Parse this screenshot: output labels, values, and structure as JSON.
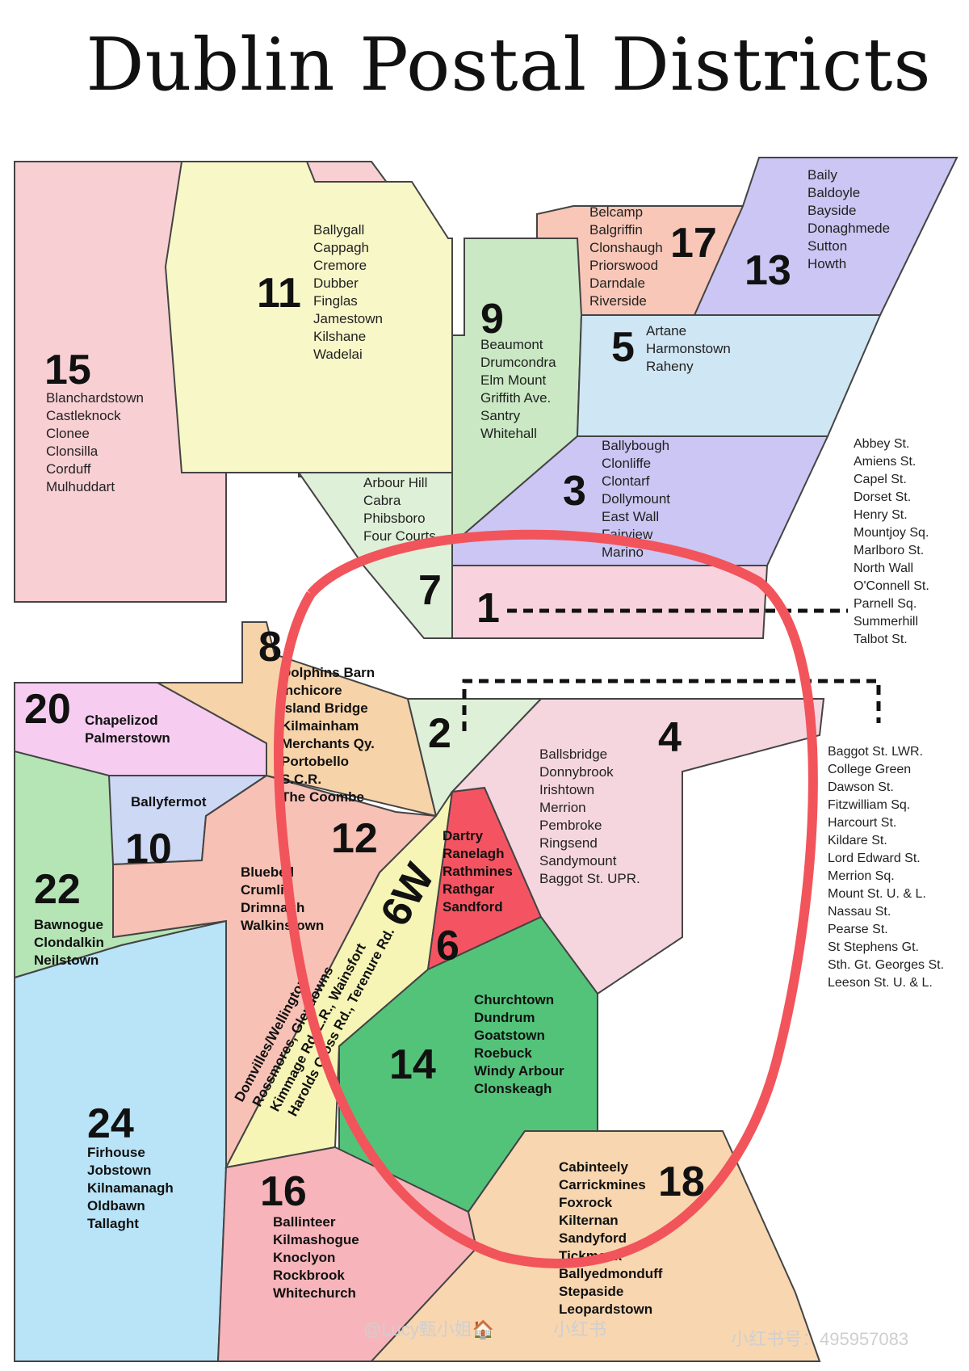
{
  "title": "Dublin Postal Districts",
  "colors": {
    "d15": "#f8cfd3",
    "d11": "#f8f7c8",
    "d9": "#c9e8c3",
    "d17": "#f8c7b7",
    "d13": "#cbc6f3",
    "d5": "#cfe6f4",
    "d3": "#cbc6f3",
    "d7": "#dff0d8",
    "d1": "#f8d3de",
    "d8": "#f7d3aa",
    "d20": "#f6ccf0",
    "d2": "#dff0d8",
    "d4": "#f5d6df",
    "d10": "#cdd8f4",
    "d22": "#b5e5b5",
    "d12": "#f8c1b5",
    "d6w": "#f7f5b5",
    "d6": "#f45462",
    "d14": "#54c37a",
    "d24": "#b9e3f7",
    "d16": "#f7b5bb",
    "d18": "#f8d6b0",
    "annotation_circle": "#f2545b"
  },
  "districts": {
    "d15": {
      "number": "15",
      "areas": [
        "Blanchardstown",
        "Castleknock",
        "Clonee",
        "Clonsilla",
        "Corduff",
        "Mulhuddart"
      ]
    },
    "d11": {
      "number": "11",
      "areas": [
        "Ballygall",
        "Cappagh",
        "Cremore",
        "Dubber",
        "Finglas",
        "Jamestown",
        "Kilshane",
        "Wadelai"
      ]
    },
    "d9": {
      "number": "9",
      "areas": [
        "Beaumont",
        "Drumcondra",
        "Elm Mount",
        "Griffith Ave.",
        "Santry",
        "Whitehall"
      ]
    },
    "d17": {
      "number": "17",
      "areas": [
        "Belcamp",
        "Balgriffin",
        "Clonshaugh",
        "Priorswood",
        "Darndale",
        "Riverside"
      ]
    },
    "d13": {
      "number": "13",
      "areas": [
        "Baily",
        "Baldoyle",
        "Bayside",
        "Donaghmede",
        "Sutton",
        "Howth"
      ]
    },
    "d5": {
      "number": "5",
      "areas": [
        "Artane",
        "Harmonstown",
        "Raheny"
      ]
    },
    "d3": {
      "number": "3",
      "areas": [
        "Ballybough",
        "Clonliffe",
        "Clontarf",
        "Dollymount",
        "East Wall",
        "Fairview",
        "Marino"
      ]
    },
    "d7": {
      "number": "7",
      "areas": [
        "Arbour Hill",
        "Cabra",
        "Phibsboro",
        "Four Courts"
      ]
    },
    "d1": {
      "number": "1",
      "streets": [
        "Abbey St.",
        "Amiens St.",
        "Capel St.",
        "Dorset St.",
        "Henry St.",
        "Mountjoy Sq.",
        "Marlboro St.",
        "North Wall",
        "O'Connell St.",
        "Parnell Sq.",
        "Summerhill",
        "Talbot St."
      ]
    },
    "d8": {
      "number": "8",
      "areas": [
        "Dolphins Barn",
        "Inchicore",
        "Island Bridge",
        "Kilmainham",
        "Merchants Qy.",
        "Portobello",
        "S.C.R.",
        "The Coombe"
      ]
    },
    "d20": {
      "number": "20",
      "areas": [
        "Chapelizod",
        "Palmerstown"
      ]
    },
    "d2": {
      "number": "2",
      "streets": [
        "Baggot St. LWR.",
        "College Green",
        "Dawson St.",
        "Fitzwilliam Sq.",
        "Harcourt St.",
        "Kildare St.",
        "Lord Edward St.",
        "Merrion Sq.",
        "Mount St. U. & L.",
        "Nassau St.",
        "Pearse St.",
        "St Stephens Gt.",
        "Sth. Gt. Georges St.",
        "Leeson St. U. & L."
      ]
    },
    "d4": {
      "number": "4",
      "areas": [
        "Ballsbridge",
        "Donnybrook",
        "Irishtown",
        "Merrion",
        "Pembroke",
        "Ringsend",
        "Sandymount",
        "Baggot St. UPR."
      ]
    },
    "d10": {
      "number": "10",
      "areas": [
        "Ballyfermot"
      ]
    },
    "d22": {
      "number": "22",
      "areas": [
        "Bawnogue",
        "Clondalkin",
        "Neilstown"
      ]
    },
    "d12": {
      "number": "12",
      "areas": [
        "Bluebell",
        "Crumlin",
        "Drimnagh",
        "Walkinstown"
      ]
    },
    "d6w": {
      "number": "6W",
      "areas": [
        "Domvilles/Wellington",
        "Rossmores, Glendowns",
        "Kimmage Rd. L.R., Wainsfort",
        "Harolds Cross Rd., Terenure Rd."
      ]
    },
    "d6": {
      "number": "6",
      "areas": [
        "Dartry",
        "Ranelagh",
        "Rathmines",
        "Rathgar",
        "Sandford"
      ]
    },
    "d14": {
      "number": "14",
      "areas": [
        "Churchtown",
        "Dundrum",
        "Goatstown",
        "Roebuck",
        "Windy Arbour",
        "Clonskeagh"
      ]
    },
    "d24": {
      "number": "24",
      "areas": [
        "Firhouse",
        "Jobstown",
        "Kilnamanagh",
        "Oldbawn",
        "Tallaght"
      ]
    },
    "d16": {
      "number": "16",
      "areas": [
        "Ballinteer",
        "Kilmashogue",
        "Knoclyon",
        "Rockbrook",
        "Whitechurch"
      ]
    },
    "d18": {
      "number": "18",
      "areas": [
        "Cabinteely",
        "Carrickmines",
        "Foxrock",
        "Kilternan",
        "Sandyford",
        "Tickmock",
        "Ballyedmonduff",
        "Stepaside",
        "Leopardstown"
      ]
    }
  },
  "watermark": {
    "user": "@Lucy甄小姐🏠",
    "app": "小红书",
    "id": "小红书号：495957083"
  }
}
